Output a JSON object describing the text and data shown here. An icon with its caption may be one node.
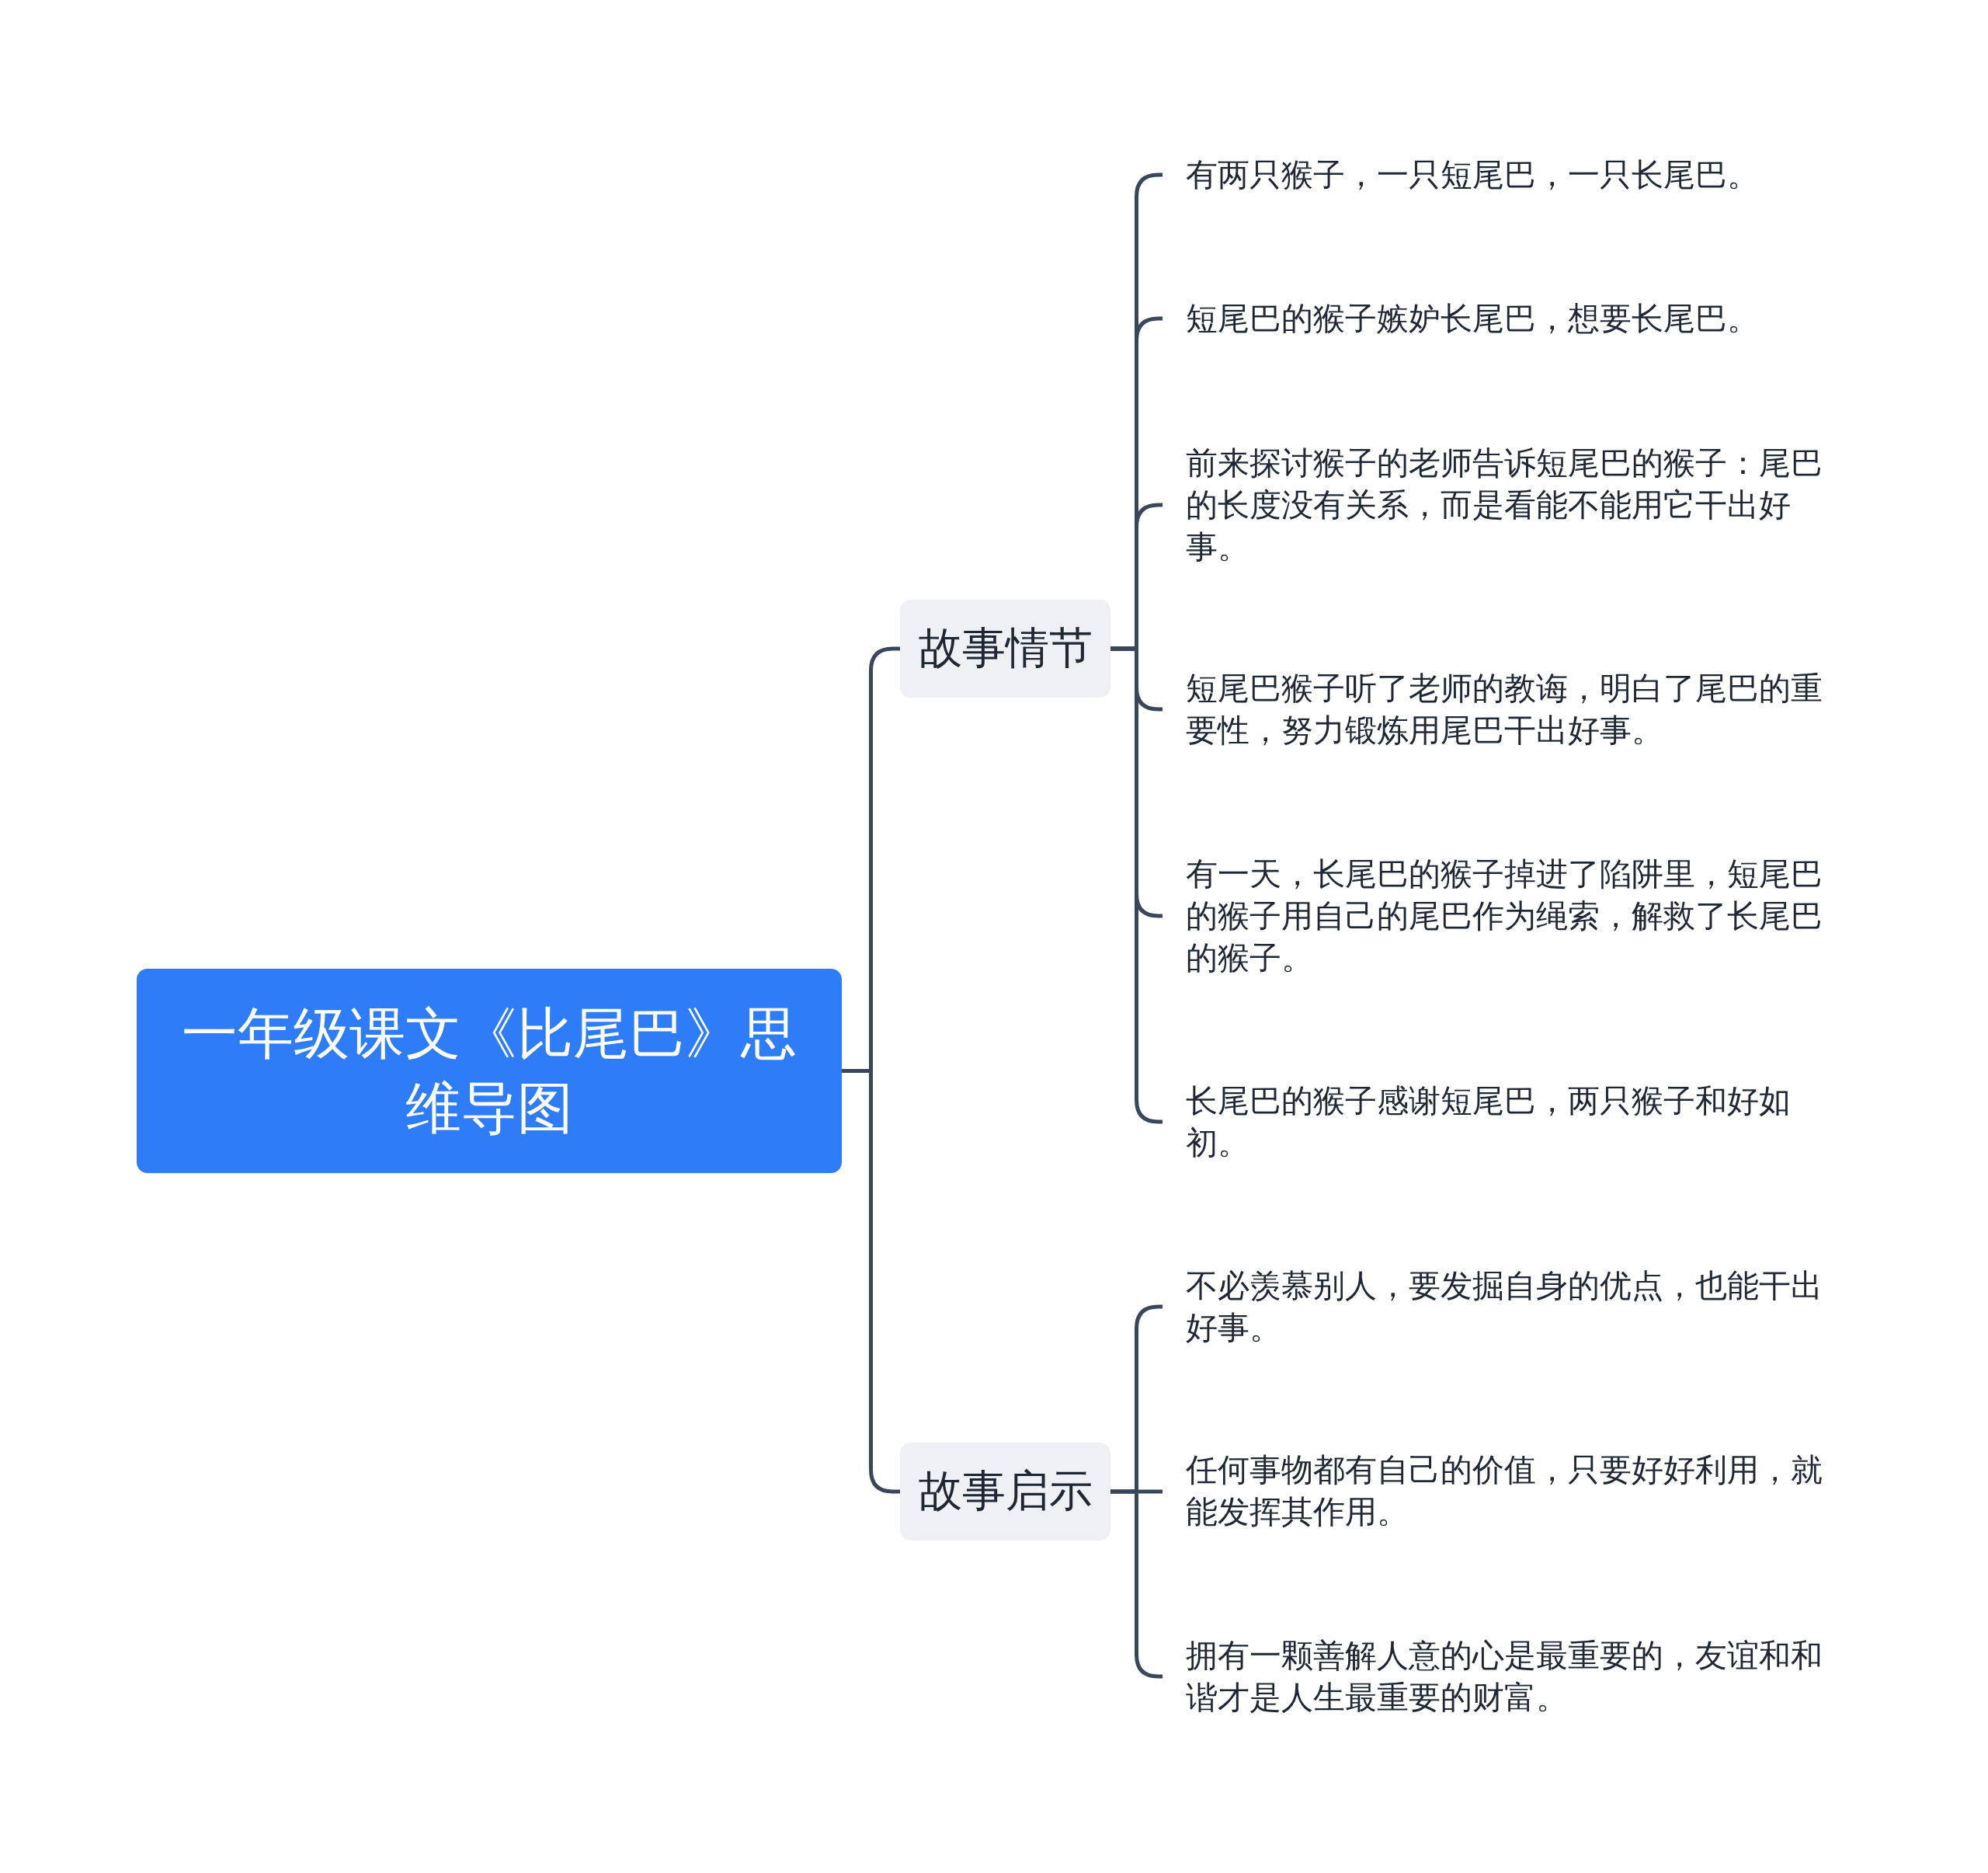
{
  "diagram": {
    "nodes": [
      {
        "text": [
          "一年级课文《比尾巴》思维导图"
        ]
      },
      {
        "text": [
          "故事情节"
        ]
      },
      {
        "text": [
          "有两只猴子，一只短尾巴，一只长尾巴。"
        ]
      },
      {
        "text": [
          "短尾巴的猴子嫉妒长尾巴，想要长尾巴。"
        ]
      },
      {
        "text": [
          "前来探讨猴子的老师告诉短尾巴的猴子：尾巴的长度没有关系，而是看能不能用它干出好事。"
        ]
      },
      {
        "text": [
          "短尾巴猴子听了老师的教诲，明白了尾巴的重要性，努力锻炼用尾巴干出好事。"
        ]
      },
      {
        "text": [
          "有一天，长尾巴的猴子掉进了陷阱里，短尾巴的猴子用自己的尾巴作为绳索，解救了长尾巴的猴子。"
        ]
      },
      {
        "text": [
          "长尾巴的猴子感谢短尾巴，两只猴子和好如初。"
        ]
      },
      {
        "text": [
          "故事启示"
        ]
      },
      {
        "text": [
          "不必羡慕别人，要发掘自身的优点，也能干出好事。"
        ]
      },
      {
        "text": [
          "任何事物都有自己的价值，只要好好利用，就能发挥其作用。"
        ]
      },
      {
        "text": [
          "拥有一颗善解人意的心是最重要的，友谊和和谐才是人生最重要的财富。"
        ]
      }
    ],
    "edges": [
      {
        "from": 0,
        "to": 1,
        "arrow": "none"
      },
      {
        "from": 1,
        "to": 2,
        "arrow": "none"
      },
      {
        "from": 1,
        "to": 3,
        "arrow": "none"
      },
      {
        "from": 1,
        "to": 4,
        "arrow": "none"
      },
      {
        "from": 1,
        "to": 5,
        "arrow": "none"
      },
      {
        "from": 1,
        "to": 6,
        "arrow": "none"
      },
      {
        "from": 1,
        "to": 7,
        "arrow": "none"
      },
      {
        "from": 0,
        "to": 8,
        "arrow": "none"
      },
      {
        "from": 8,
        "to": 9,
        "arrow": "none"
      },
      {
        "from": 8,
        "to": 10,
        "arrow": "none"
      },
      {
        "from": 8,
        "to": 11,
        "arrow": "none"
      }
    ]
  }
}
